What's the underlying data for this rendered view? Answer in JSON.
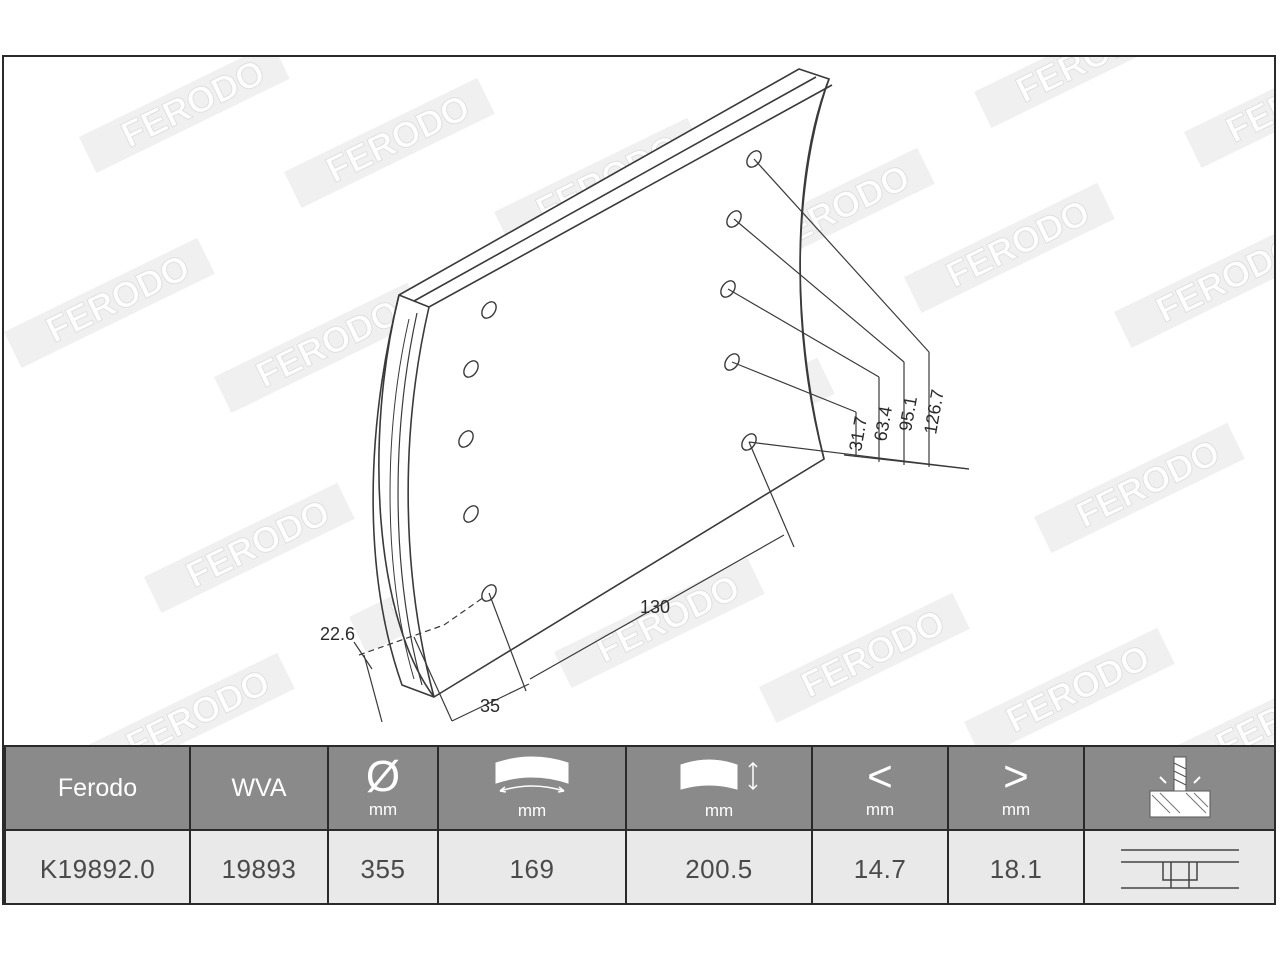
{
  "watermark": "FERODO",
  "dimensions": {
    "d1": "22.6",
    "d2": "35",
    "d3": "130",
    "d4": "31.7",
    "d5": "63.4",
    "d6": "95.1",
    "d7": "126.7"
  },
  "table": {
    "headers": {
      "brand": "Ferodo",
      "wva": "WVA",
      "diameter_symbol": "Ø",
      "diameter_unit": "mm",
      "width_unit": "mm",
      "length_unit": "mm",
      "min_thickness_symbol": "<",
      "min_thickness_unit": "mm",
      "max_thickness_symbol": ">",
      "max_thickness_unit": "mm",
      "rivet_icon": "rivet-drill-icon"
    },
    "values": {
      "brand": "K19892.0",
      "wva": "19893",
      "diameter": "355",
      "width": "169",
      "length": "200.5",
      "min_thickness": "14.7",
      "max_thickness": "18.1",
      "rivet_icon": "rivet-profile-icon"
    }
  },
  "colors": {
    "header_bg": "#8a8a8a",
    "value_bg": "#e9e9e9",
    "line": "#2a2a2a"
  }
}
